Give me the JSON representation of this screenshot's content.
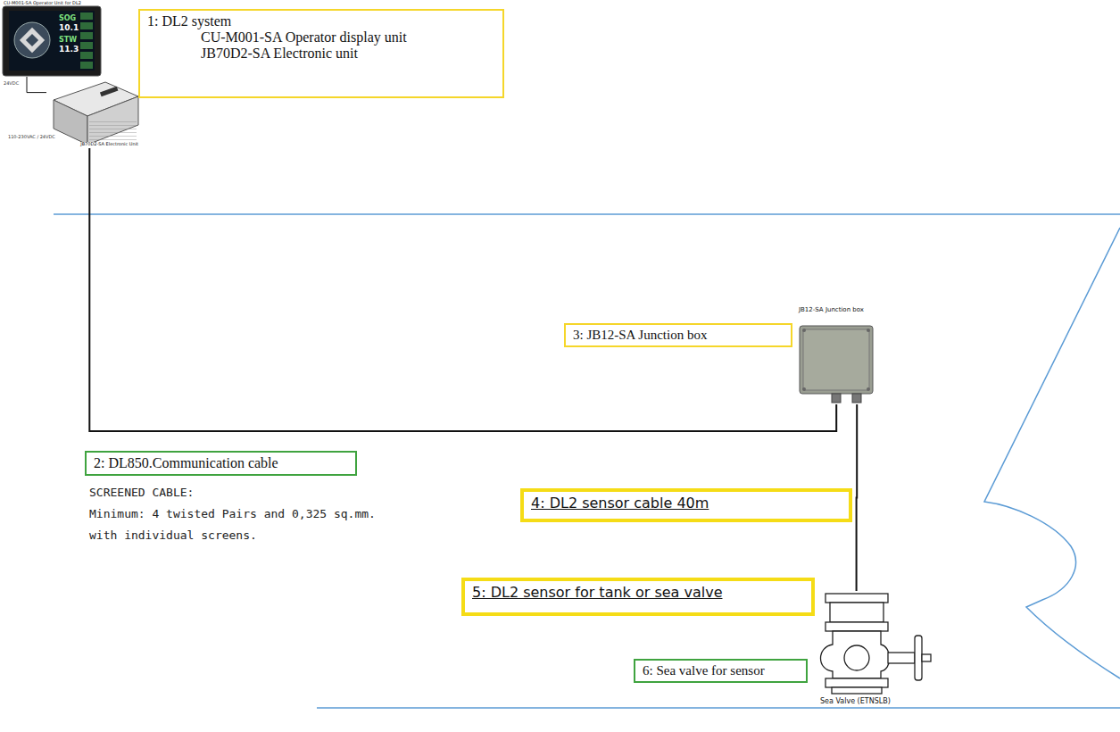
{
  "diagram": {
    "nodes": [
      {
        "text": [
          "1: DL2 system",
          "CU-M001-SA Operator display unit",
          "JB70D2-SA Electronic unit"
        ]
      },
      {
        "text": [
          "CU-M001-SA Operator Unit for DL2"
        ]
      },
      {
        "text": [
          "JB70D2-SA Electronic Unit"
        ]
      },
      {
        "text": [
          "3: JB12-SA Junction box"
        ]
      },
      {
        "text": [
          "JB12-SA Junction box"
        ]
      },
      {
        "text": [
          "2: DL850.Communication cable"
        ]
      },
      {
        "text": [
          "4: DL2 sensor cable 40m"
        ]
      },
      {
        "text": [
          "5: DL2 sensor for tank or sea valve"
        ]
      },
      {
        "text": [
          "6: Sea valve for sensor"
        ]
      },
      {
        "text": [
          "Sea Valve (ETNSLB)"
        ]
      }
    ],
    "edges": [
      {
        "from": 1,
        "to": 2,
        "arrow": "none"
      },
      {
        "from": 2,
        "to": 4,
        "arrow": "none"
      },
      {
        "from": 4,
        "to": 9,
        "arrow": "none"
      }
    ],
    "labels": [
      "SOG",
      "10.1",
      "STW",
      "11.3",
      "24VDC",
      "110-230VAC / 24VDC",
      "SCREENED CABLE:",
      "Minimum: 4 twisted Pairs and 0,325 sq.mm.",
      "with individual screens."
    ]
  }
}
